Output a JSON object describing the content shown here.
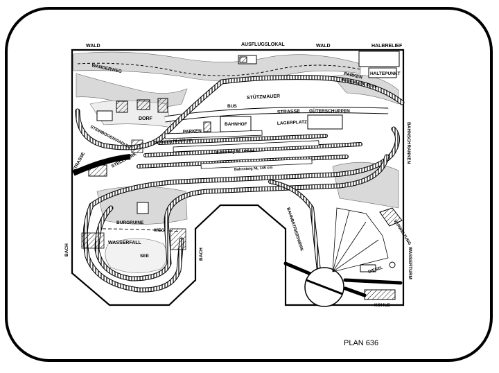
{
  "plan_label": "PLAN 636",
  "labels": {
    "wald_left": "WALD",
    "ausflugslokal": "AUSFLUGSLOKAL",
    "wald_right": "WALD",
    "halbrelief": "HALBRELIEF",
    "wanderweg": "WANDERWEG",
    "parken_top": "PARKEN",
    "bahnsteig_65": "Bahnsteig NL 65 cm",
    "haltepunkt": "HALTEPUNKT",
    "stuetzmauer": "STÜTZMAUER",
    "bus": "BUS",
    "dorf": "DORF",
    "strasse_mid": "STRASSE",
    "gueterschuppen": "GÜTERSCHUPPEN",
    "parken_mid": "PARKEN",
    "bahnhof": "BAHNHOF",
    "lagerplatz": "LAGERPLATZ",
    "steinbogenviadukt": "STEINBOGENVIADUKT",
    "bahnsteig_100": "Bahnsteig NL 100 cm",
    "bahnsteig_165": "Bahnsteig NL 165 cm",
    "bahnsteig_145": "Bahnsteig NL 145 cm",
    "strasse_left": "STRASSE",
    "stellwerk": "STELLWERK",
    "bahnschranken": "BAHNSCHRANKEN",
    "burgruine": "BURGRUINE",
    "weg": "WEG",
    "wasserfall": "WASSERFALL",
    "see": "SEE",
    "bach_left": "BACH",
    "bach_mid": "BACH",
    "bahnbetriebswerk": "BAHNBETRIEBSWERK",
    "verwaltung": "VERWALTUNG",
    "wasserturm": "WASSERTURM",
    "diesel": "DIESEL",
    "kohle": "KOHLE"
  }
}
